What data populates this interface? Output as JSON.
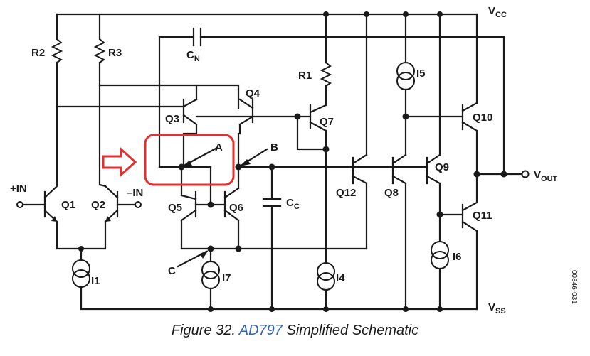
{
  "schematic": {
    "supply_top": {
      "main": "V",
      "sub": "CC"
    },
    "supply_bottom": {
      "main": "V",
      "sub": "SS"
    },
    "output": {
      "main": "V",
      "sub": "OUT"
    },
    "inputs": {
      "plus": "+IN",
      "minus": "–IN"
    },
    "resistors": [
      "R2",
      "R3",
      "R1"
    ],
    "transistors": [
      "Q1",
      "Q2",
      "Q3",
      "Q4",
      "Q5",
      "Q6",
      "Q7",
      "Q8",
      "Q9",
      "Q10",
      "Q11",
      "Q12"
    ],
    "current_sources": [
      "I1",
      "I4",
      "I5",
      "I6",
      "I7"
    ],
    "capacitors": [
      {
        "main": "C",
        "sub": "N"
      },
      {
        "main": "C",
        "sub": "C"
      }
    ],
    "nodes": [
      "A",
      "B",
      "C"
    ]
  },
  "caption": {
    "prefix": "Figure 32. ",
    "part": "AD797",
    "suffix": " Simplified Schematic"
  },
  "doc_id": "00846-031",
  "colors": {
    "highlight": "#e0302f",
    "part_link": "#2f63b9"
  }
}
